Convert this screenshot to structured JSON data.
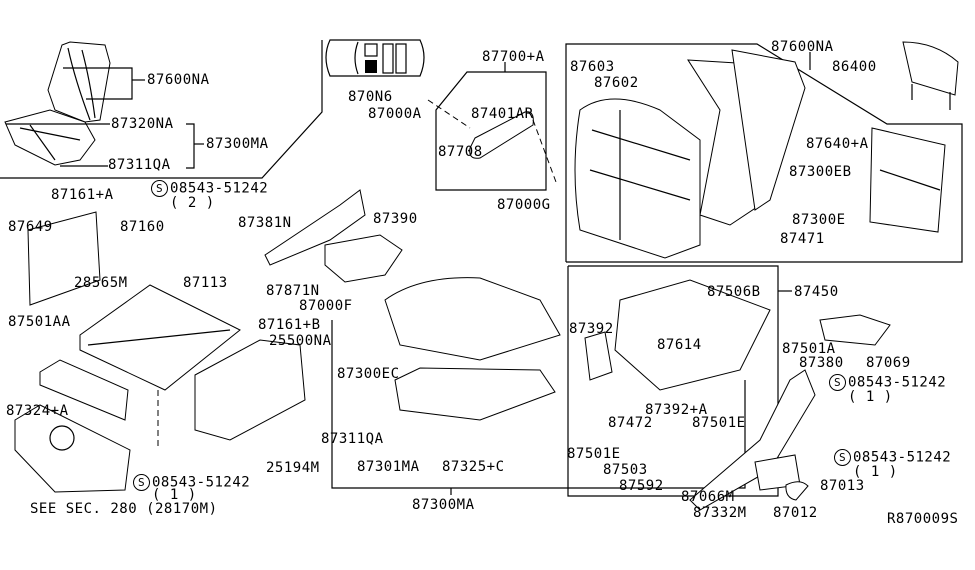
{
  "diagram": {
    "reference_code": "R870009S",
    "see_section_note": "SEE SEC. 280 (28170M)",
    "inset_box": {
      "labels": [
        "87600NA",
        "87320NA",
        "87311QA",
        "87300MA"
      ]
    },
    "labels": {
      "p87600NA_inset": "87600NA",
      "p87320NA": "87320NA",
      "p87300MA_inset": "87300MA",
      "p87311QA_inset": "87311QA",
      "p870N6": "870N6",
      "p87000A": "87000A",
      "p87700A": "87700+A",
      "p87401AR": "87401AR",
      "p87708": "87708",
      "p87000G": "87000G",
      "p87603": "87603",
      "p87602": "87602",
      "p87600NA": "87600NA",
      "p86400": "86400",
      "p87640A": "87640+A",
      "p87300EB": "87300EB",
      "p87300E": "87300E",
      "p87471": "87471",
      "p87161A": "87161+A",
      "p87649": "87649",
      "p87160": "87160",
      "p28565M": "28565M",
      "p87113": "87113",
      "p87501AA": "87501AA",
      "p87381N": "87381N",
      "p87390": "87390",
      "p87871N": "87871N",
      "p87000F": "87000F",
      "p87161B": "87161+B",
      "p25500NA": "25500NA",
      "p87324A": "87324+A",
      "p25194M": "25194M",
      "p87300EC": "87300EC",
      "p87311QA": "87311QA",
      "p87301MA": "87301MA",
      "p87325C": "87325+C",
      "p87300MA": "87300MA",
      "p87506B": "87506B",
      "p87450": "87450",
      "p87392": "87392",
      "p87614": "87614",
      "p87501A": "87501A",
      "p87069": "87069",
      "p87380": "87380",
      "p87392A": "87392+A",
      "p87472": "87472",
      "p87501E_a": "87501E",
      "p87501E_b": "87501E",
      "p87503": "87503",
      "p87592": "87592",
      "p87066M": "87066M",
      "p87332M": "87332M",
      "p87012": "87012",
      "p87013": "87013"
    },
    "screws": [
      {
        "part": "08543-51242",
        "qty": "( 2 )",
        "symbol": "S"
      },
      {
        "part": "08543-51242",
        "qty": "( 1 )",
        "symbol": "S"
      },
      {
        "part": "08543-51242",
        "qty": "( 1 )",
        "symbol": "S"
      },
      {
        "part": "08543-51242",
        "qty": "( 1 )",
        "symbol": "S"
      }
    ]
  }
}
